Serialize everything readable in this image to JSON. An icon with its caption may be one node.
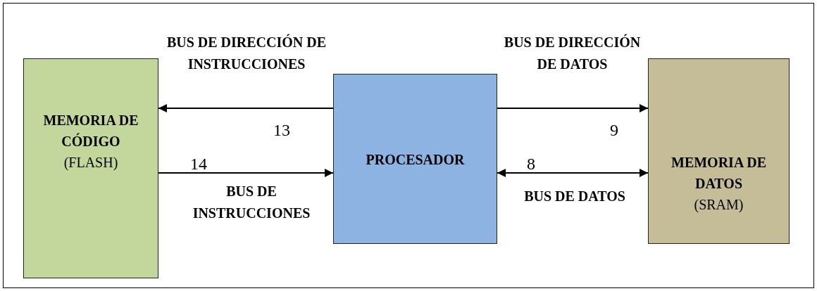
{
  "diagram": {
    "nodes": [
      {
        "text": [
          "MEMORIA DE CÓDIGO",
          "(FLASH)"
        ]
      },
      {
        "text": [
          "PROCESADOR"
        ]
      },
      {
        "text": [
          "MEMORIA DE DATOS",
          "(SRAM)"
        ]
      }
    ],
    "edges": [
      {
        "from": 1,
        "to": 0,
        "arrow": "to",
        "label": "BUS DE DIRECCIÓN DE INSTRUCCIONES"
      },
      {
        "from": 0,
        "to": 1,
        "arrow": "to",
        "label": "BUS DE INSTRUCCIONES"
      },
      {
        "from": 1,
        "to": 2,
        "arrow": "to",
        "label": "BUS DE DIRECCIÓN DE DATOS"
      },
      {
        "from": 1,
        "to": 2,
        "arrow": "both",
        "label": "BUS DE DATOS"
      }
    ],
    "labels": [
      "13",
      "9",
      "14",
      "8"
    ]
  }
}
